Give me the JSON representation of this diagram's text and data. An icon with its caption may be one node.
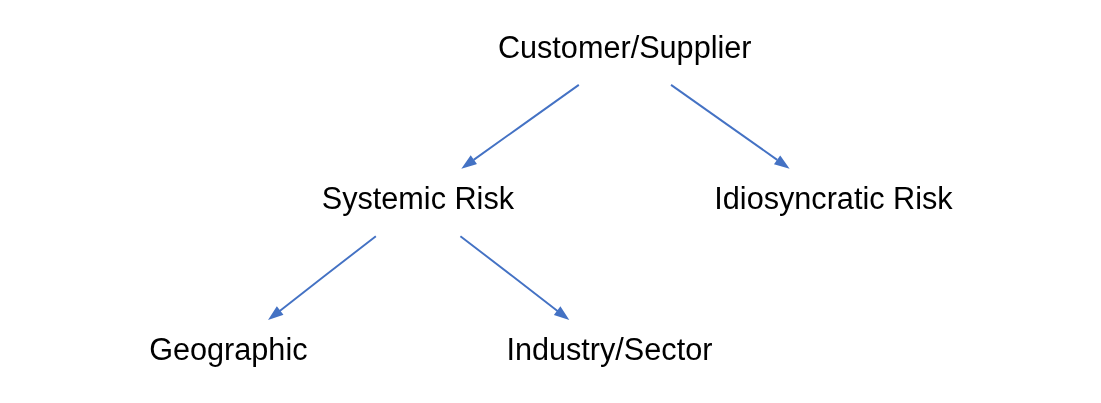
{
  "diagram": {
    "nodes": [
      {
        "text": [
          "Customer/Supplier"
        ]
      },
      {
        "text": [
          "Systemic Risk"
        ]
      },
      {
        "text": [
          "Idiosyncratic Risk"
        ]
      },
      {
        "text": [
          "Geographic"
        ]
      },
      {
        "text": [
          "Industry/Sector"
        ]
      }
    ],
    "edges": [
      {
        "from": 0,
        "to": 1,
        "arrow": "to"
      },
      {
        "from": 0,
        "to": 2,
        "arrow": "to"
      },
      {
        "from": 1,
        "to": 3,
        "arrow": "to"
      },
      {
        "from": 1,
        "to": 4,
        "arrow": "to"
      }
    ]
  }
}
